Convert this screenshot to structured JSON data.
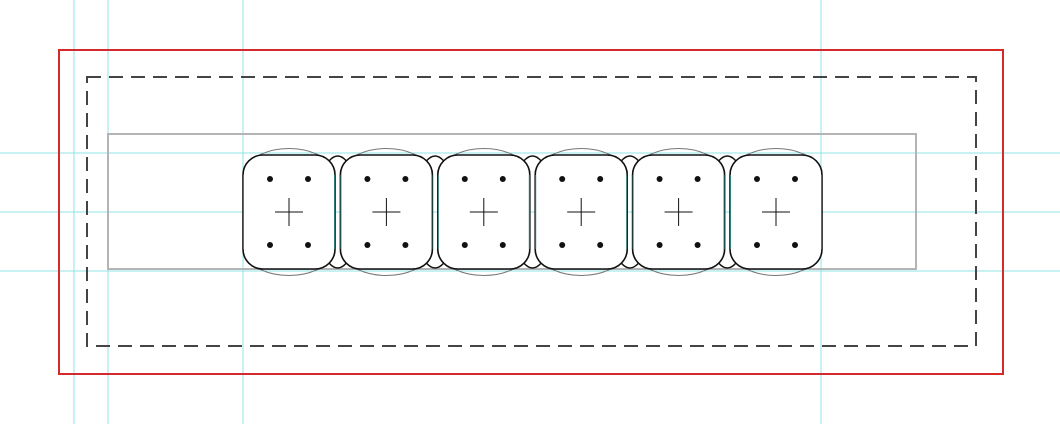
{
  "colors": {
    "background": "#ffffff",
    "guide": "#8fe3e6",
    "bleed": "#d62a2a",
    "safe": "#444444",
    "frame": "#b4b4b4",
    "outline": "#111111",
    "outline_light": "#777777",
    "outline_teal": "#2f7f7a"
  },
  "cells": [
    {
      "id": "cell-1"
    },
    {
      "id": "cell-2"
    },
    {
      "id": "cell-3"
    },
    {
      "id": "cell-4"
    },
    {
      "id": "cell-5"
    },
    {
      "id": "cell-6"
    }
  ],
  "icons": {
    "cell_marker": "crosshair-icon",
    "cell_dots": "corner-dot-icon"
  }
}
